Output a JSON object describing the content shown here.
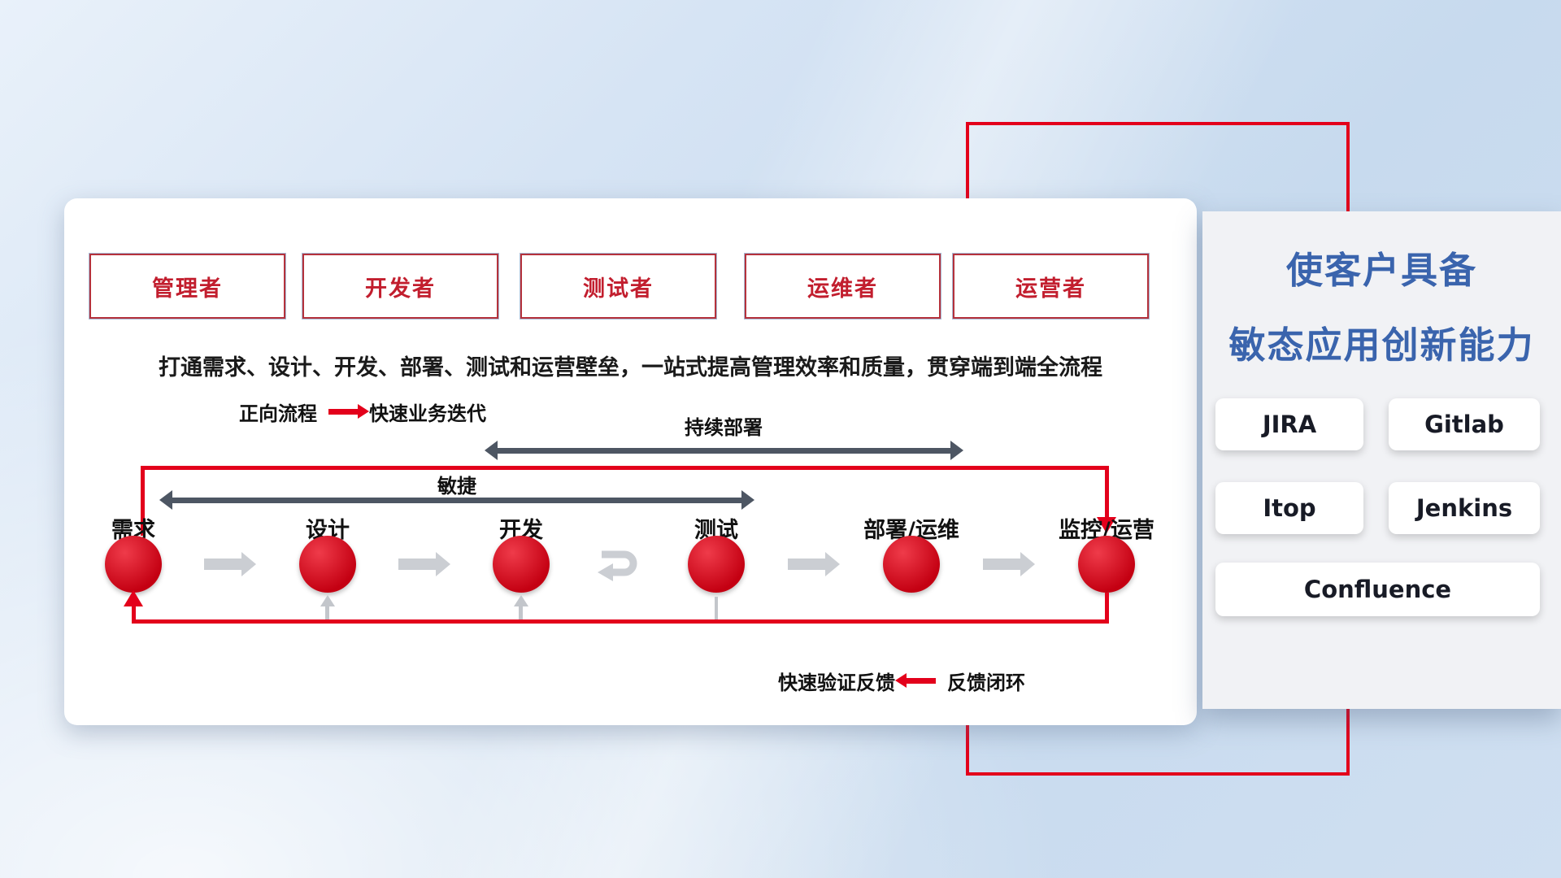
{
  "roles": [
    "管理者",
    "开发者",
    "测试者",
    "运维者",
    "运营者"
  ],
  "description": "打通需求、设计、开发、部署、测试和运营壁垒，一站式提高管理效率和质量，贯穿端到端全流程",
  "legend": {
    "forward_label": "正向流程",
    "forward_value": "快速业务迭代"
  },
  "span_arrows": {
    "continuous_deployment": "持续部署",
    "agile": "敏捷"
  },
  "stages": [
    "需求",
    "设计",
    "开发",
    "测试",
    "部署/运维",
    "监控/运营"
  ],
  "feedback": {
    "label": "快速验证反馈",
    "value": "反馈闭环"
  },
  "right_panel": {
    "title_line1": "使客户具备",
    "title_line2": "敏态应用创新能力",
    "tools": [
      "JIRA",
      "Gitlab",
      "Itop",
      "Jenkins",
      "Confluence"
    ]
  },
  "colors": {
    "accent_red": "#e3001b",
    "title_blue": "#3a64ad",
    "dark_arrow": "#4d5663",
    "role_red": "#c21e2e"
  }
}
